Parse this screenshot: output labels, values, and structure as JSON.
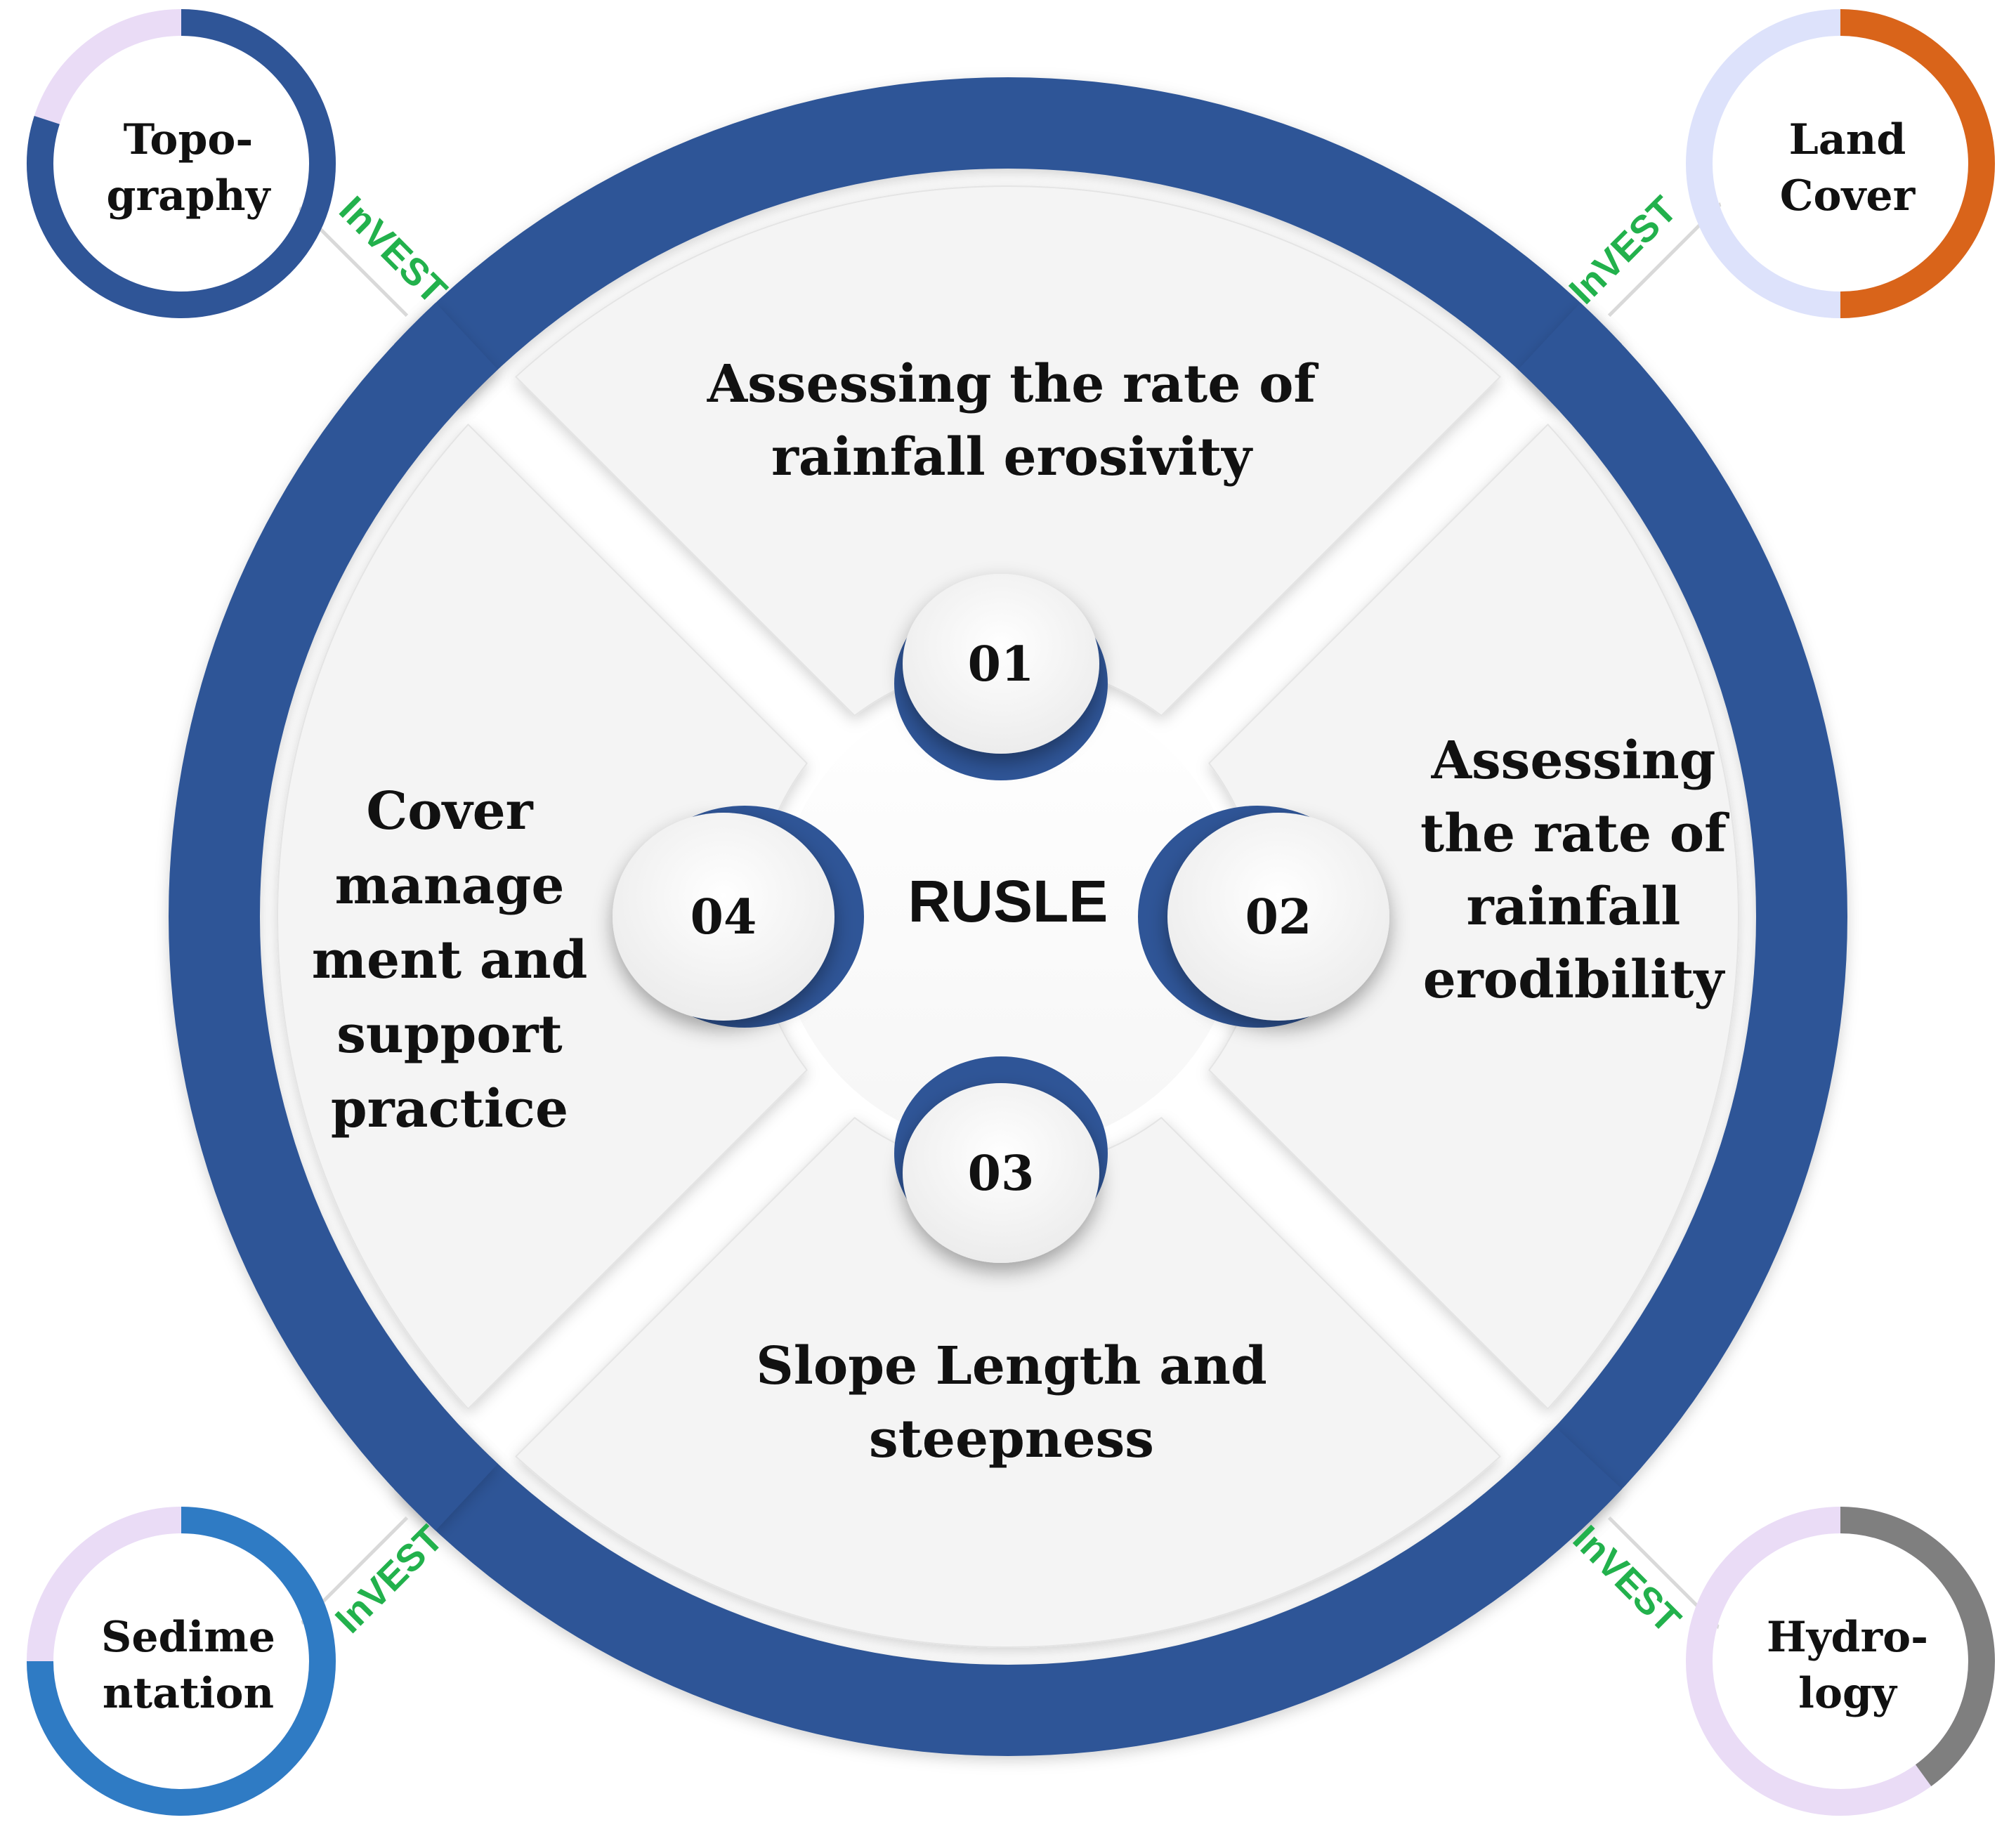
{
  "center_label": "RUSLE",
  "colors": {
    "ring": "#2f5597",
    "quadrant_fill": "#f4f4f4",
    "invest_text": "#22b14c",
    "connector": "#d9d9d9"
  },
  "quadrants": [
    {
      "id": "top",
      "number": "01",
      "lines": [
        "Assessing the rate of",
        "rainfall erosivity"
      ]
    },
    {
      "id": "right",
      "number": "02",
      "lines": [
        "Assessing",
        "the rate of",
        "rainfall",
        "erodibility"
      ]
    },
    {
      "id": "bottom",
      "number": "03",
      "lines": [
        "Slope Length and",
        "steepness"
      ]
    },
    {
      "id": "left",
      "number": "04",
      "lines": [
        "Cover",
        "manage",
        "ment and",
        "support",
        "practice"
      ]
    }
  ],
  "corner_badges": [
    {
      "id": "topography",
      "lines": [
        "Topo-",
        "graphy"
      ],
      "accent": "#2f5597",
      "track": "#eadcf6",
      "fraction": 0.8,
      "start_angle": 0
    },
    {
      "id": "land-cover",
      "lines": [
        "Land",
        "Cover"
      ],
      "accent": "#d9641a",
      "track": "#dde2fb",
      "fraction": 0.5,
      "start_angle": 0
    },
    {
      "id": "sedimentation",
      "lines": [
        "Sedime",
        "ntation"
      ],
      "accent": "#2f7bc4",
      "track": "#eadcf6",
      "fraction": 0.75,
      "start_angle": 0
    },
    {
      "id": "hydrology",
      "lines": [
        "Hydro-",
        "logy"
      ],
      "accent": "#7f7f7f",
      "track": "#eadcf6",
      "fraction": 0.4,
      "start_angle": 0
    }
  ],
  "invest_labels": [
    "InVEST",
    "InVEST",
    "InVEST",
    "InVEST"
  ]
}
